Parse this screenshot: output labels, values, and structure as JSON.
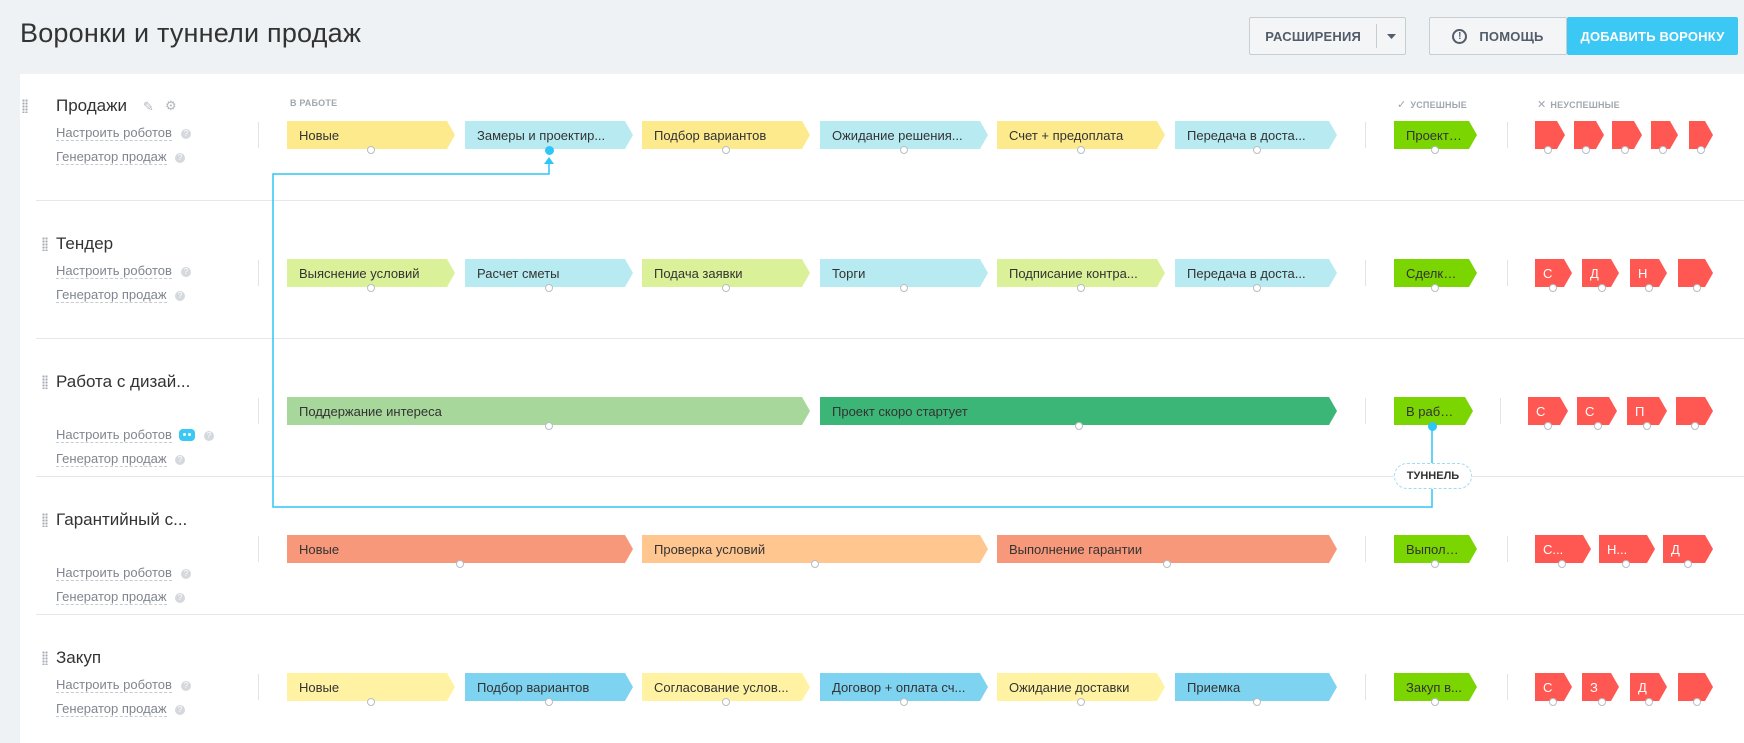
{
  "header": {
    "title": "Воронки и туннели продаж",
    "extensions_label": "РАСШИРЕНИЯ",
    "help_label": "ПОМОЩЬ",
    "add_label": "ДОБАВИТЬ ВОРОНКУ"
  },
  "columns": {
    "in_work": "В РАБОТЕ",
    "success": "УСПЕШНЫЕ",
    "fail": "НЕУСПЕШНЫЕ"
  },
  "links": {
    "robots": "Настроить роботов",
    "generator": "Генератор продаж"
  },
  "tunnel": {
    "label": "ТУННЕЛЬ"
  },
  "funnels": [
    {
      "name": "Продажи",
      "stages": [
        "Новые",
        "Замеры и проектир...",
        "Подбор вариантов",
        "Ожидание решения...",
        "Счет + предоплата",
        "Передача в доста..."
      ],
      "success": "Проект ..."
    },
    {
      "name": "Тендер",
      "stages": [
        "Выяснение условий",
        "Расчет сметы",
        "Подача заявки",
        "Торги",
        "Подписание контра...",
        "Передача в доста..."
      ],
      "success": "Сделка ...",
      "fail_labels": [
        "С",
        "Д",
        "Н"
      ]
    },
    {
      "name": "Работа с дизай...",
      "stages": [
        "Поддержание интереса",
        "Проект скоро стартует"
      ],
      "success": "В работу",
      "fail_labels": [
        "С",
        "С",
        "П"
      ]
    },
    {
      "name": "Гарантийный с...",
      "stages": [
        "Новые",
        "Проверка условий",
        "Выполнение гарантии"
      ],
      "success": "Выполе...",
      "fail_labels": [
        "С...",
        "Н...",
        "Д"
      ]
    },
    {
      "name": "Закуп",
      "stages": [
        "Новые",
        "Подбор вариантов",
        "Согласование услов...",
        "Договор + оплата сч...",
        "Ожидание доставки",
        "Приемка"
      ],
      "success": "Закуп в...",
      "fail_labels": [
        "С",
        "З",
        "Д"
      ]
    }
  ],
  "colors": {
    "yellow": "#fdea8d",
    "cyan": "#b8ebf1",
    "lime": "#dbf199",
    "light_green": "#a7d79b",
    "green": "#3cb676",
    "salmon": "#f7987a",
    "peach": "#ffc68f",
    "blue": "#7dd3f0",
    "success": "#7bd500",
    "fail": "#ff5752",
    "accent": "#2fc6f6"
  }
}
